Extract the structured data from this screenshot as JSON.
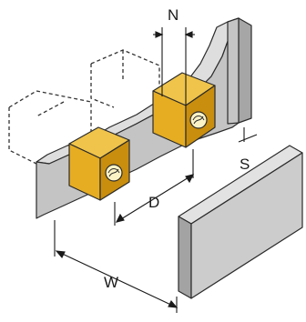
{
  "labels": {
    "n": "N",
    "d": "D",
    "s": "S",
    "w": "W"
  },
  "colors": {
    "sensor_top": "#f0c44a",
    "sensor_front": "#e6ad22",
    "sensor_side": "#c98e0d",
    "sensor_face": "#fbf3c6",
    "rail_front": "#c4c4c4",
    "rail_top": "#dedede",
    "rail_side": "#a6a6a6",
    "plate_front": "#cccccc",
    "plate_top": "#e2e2e2",
    "plate_side": "#a3a3a3",
    "outline": "#2b2b2b",
    "dim_line": "#1a1a1a"
  }
}
